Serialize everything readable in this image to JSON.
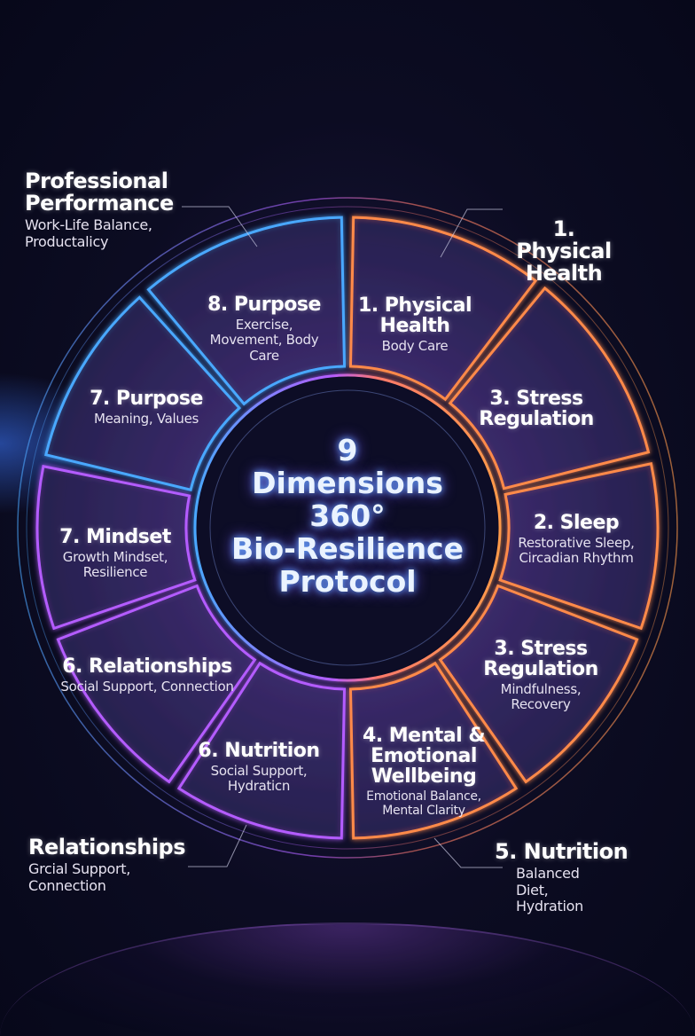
{
  "center_title": {
    "line1": "9",
    "line2": "Dimensions",
    "line3": "360°",
    "line4": "Bio-Resilience",
    "line5": "Protocol"
  },
  "segments": [
    {
      "title": "1. Physical Health",
      "subtitle": "Body Care"
    },
    {
      "title": "3. Stress Regulation",
      "subtitle": ""
    },
    {
      "title": "2. Sleep",
      "subtitle": "Restorative Sleep, Circadian Rhythm"
    },
    {
      "title": "3. Stress Regulation",
      "subtitle": "Mindfulness, Recovery"
    },
    {
      "title": "4. Mental & Emotional Wellbeing",
      "subtitle": "Emotional Balance, Mental Clarity"
    },
    {
      "title": "6. Nutrition",
      "subtitle": "Social Support, Hydraticn"
    },
    {
      "title": "6. Relationships",
      "subtitle": "Social Support, Connection"
    },
    {
      "title": "7. Mindset",
      "subtitle": "Growth Mindset, Resilience"
    },
    {
      "title": "7. Purpose",
      "subtitle": "Meaning, Values"
    },
    {
      "title": "8. Purpose",
      "subtitle": "Exercise, Movement, Body Care"
    }
  ],
  "callouts": {
    "professional": {
      "title": "Professional Performance",
      "subtitle": "Work-Life Balance, Productalicy"
    },
    "physical": {
      "title": "1. Physical Health",
      "subtitle": ""
    },
    "relationships": {
      "title": "Relationships",
      "subtitle": "Grcial Support, Connection"
    },
    "nutrition": {
      "title": "5. Nutrition",
      "subtitle": "Balanced Diet, Hydration"
    }
  },
  "colors": {
    "warm": "#ff8a4a",
    "cool": "#4aa8ff",
    "violet": "#b45cff"
  }
}
